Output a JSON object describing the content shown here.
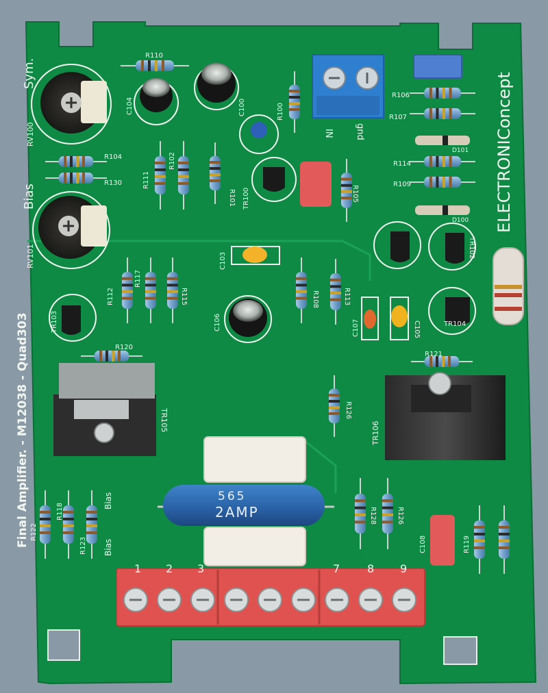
{
  "board": {
    "title": "Final Amplifier. - M12038 - Quad303",
    "brand": "ELECTRONIConcept",
    "colors": {
      "background": "#8a99a6",
      "pcb": "#0f8a45",
      "pcb_dark": "#0b6e36",
      "silkscreen": "#f2f6f1",
      "terminal_red": "#e0524f",
      "terminal_blue": "#2f7fd1",
      "heatsink": "#2b2b2b"
    }
  },
  "labels": {
    "sym": "Sym.",
    "bias": "Bias",
    "rv100": "RV100",
    "rv101": "RV101",
    "in": "IN",
    "gnd": "gnd",
    "bias_a": "Bias",
    "bias_b": "Bias",
    "tr105": "TR105",
    "tr106": "TR106",
    "tr100": "TR100",
    "tr102": "TR102",
    "tr103": "TR103",
    "tr104": "TR104",
    "c100": "C100",
    "c103": "C103",
    "c104": "C104",
    "c105": "C105",
    "c106": "C106",
    "c107": "C107",
    "c108": "C108",
    "r100": "R100",
    "r101": "R101",
    "r102": "R102",
    "r104": "R104",
    "r105": "R105",
    "r106": "R106",
    "r107": "R107",
    "r108": "R108",
    "r109": "R109",
    "r110": "R110",
    "r111": "R111",
    "r112": "R112",
    "r113": "R113",
    "r114": "R114",
    "r115": "R115",
    "r117": "R117",
    "r118": "R118",
    "r119": "R119",
    "r120": "R120",
    "r121": "R121",
    "r122": "R122",
    "r123": "R123",
    "r126": "R126",
    "r128": "R128",
    "r130": "R130",
    "d100": "D100",
    "d101": "D101"
  },
  "fuse": {
    "line1": "565",
    "line2": "2AMP"
  },
  "terminal_numbers": [
    "1",
    "2",
    "3",
    "7",
    "8",
    "9"
  ]
}
